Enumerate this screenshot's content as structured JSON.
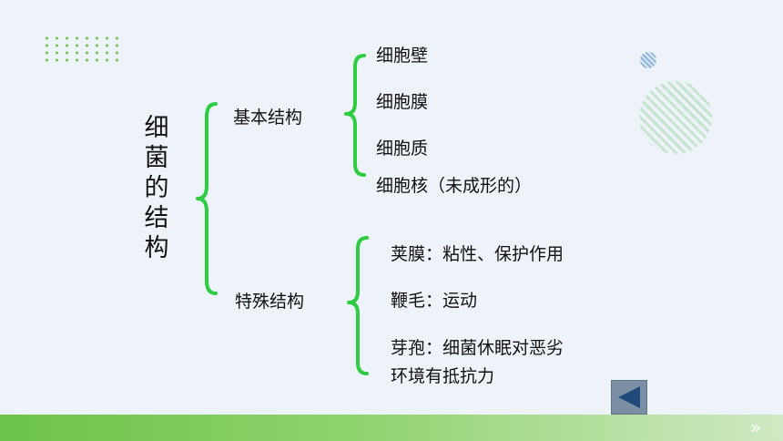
{
  "title": "细菌的结构",
  "basic": {
    "label": "基本结构",
    "items": [
      "细胞壁",
      "细胞膜",
      "细胞质",
      "细胞核（未成形的）"
    ]
  },
  "special": {
    "label": "特殊结构",
    "items": [
      "荚膜：粘性、保护作用",
      "鞭毛：运动",
      "芽孢：细菌休眠对恶劣",
      "环境有抵抗力"
    ]
  },
  "colors": {
    "brace": "#2ecc40",
    "accent": "#6cc24a",
    "background": "#eef3fa"
  },
  "icons": {
    "back": "back-arrow-icon",
    "next": "double-chevron-right-icon"
  },
  "nav": {
    "next_glyph": "»"
  }
}
